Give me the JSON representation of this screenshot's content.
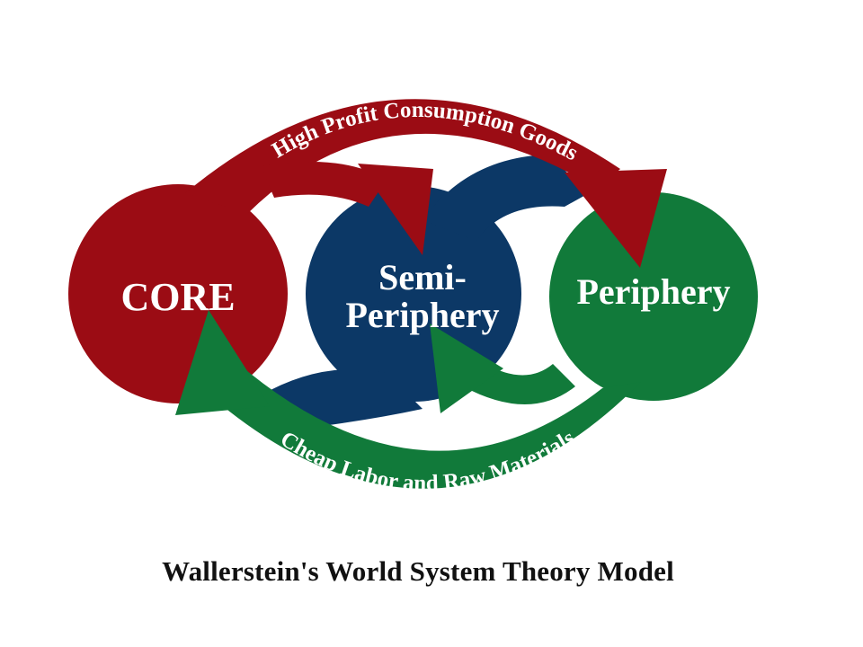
{
  "nodes": {
    "core": {
      "label": "CORE"
    },
    "semi": {
      "label_line1": "Semi-",
      "label_line2": "Periphery"
    },
    "periphery": {
      "label": "Periphery"
    }
  },
  "flows": {
    "top": {
      "label": "High Profit Consumption Goods"
    },
    "bottom": {
      "label": "Cheap Labor and Raw Materials"
    }
  },
  "caption": "Wallerstein's World System Theory Model",
  "colors": {
    "red": "#9b0c14",
    "navy": "#0c3866",
    "green": "#117a3a",
    "text": "#ffffff",
    "caption": "#111111"
  }
}
